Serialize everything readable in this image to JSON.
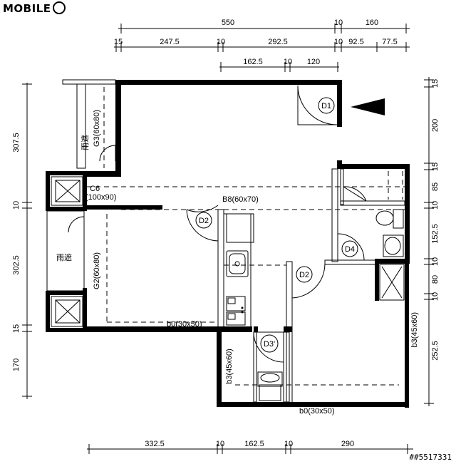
{
  "logo": {
    "text": "MOBILE"
  },
  "watermark": "##5517331",
  "dims_top_row1": [
    "550",
    "10",
    "160"
  ],
  "dims_top_row2": [
    "15",
    "247.5",
    "10",
    "292.5",
    "10",
    "92.5",
    "77.5"
  ],
  "dims_top_row3": [
    "162.5",
    "10",
    "120"
  ],
  "dims_left": [
    "307.5",
    "10",
    "302.5",
    "15",
    "170"
  ],
  "dims_right": [
    "15",
    "200",
    "15",
    "85",
    "10",
    "152.5",
    "10",
    "80",
    "10",
    "252.5"
  ],
  "dims_bottom": [
    "332.5",
    "10",
    "162.5",
    "10",
    "290"
  ],
  "doors": [
    "D1",
    "D2",
    "D2",
    "D3'",
    "D4"
  ],
  "cabinets": {
    "g3": "G3(60x80)",
    "c6": "C6",
    "c6_size": "(100x90)",
    "b8": "B8(60x70)",
    "g2": "G2(60x80)",
    "b0_mid": "b0(30x50)",
    "b3_left": "b3(45x60)",
    "b3_right": "b3(45x60)",
    "b0_bottom": "b0(30x50)"
  },
  "balcony": {
    "upper": "雨遮",
    "lower": "雨遮"
  }
}
